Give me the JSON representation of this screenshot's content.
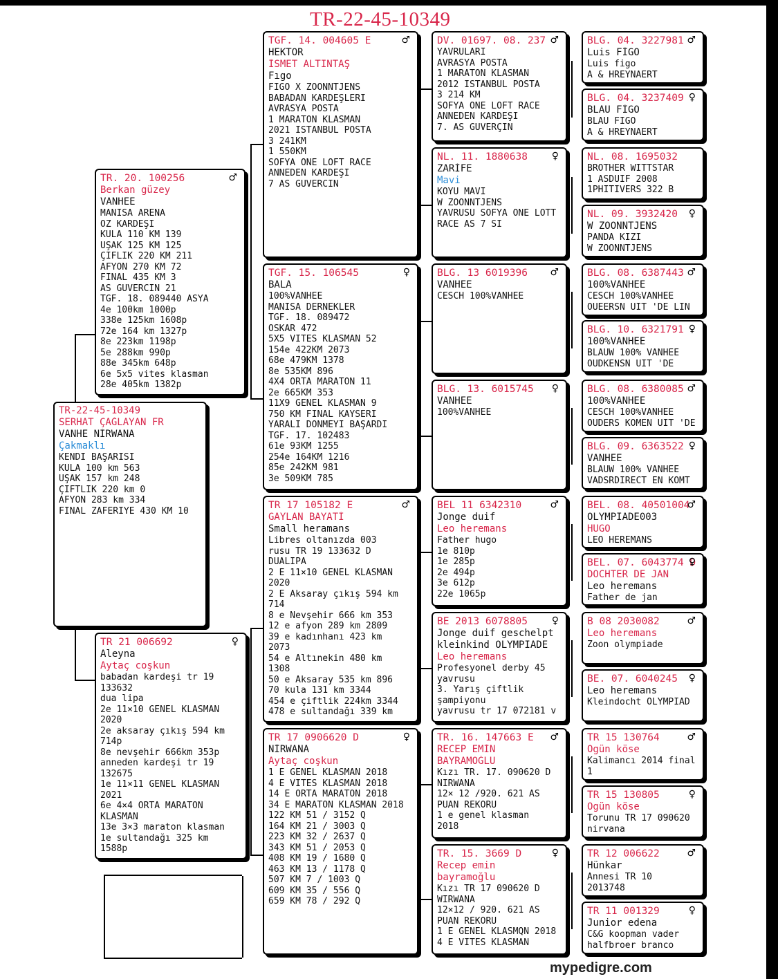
{
  "title": "TR-22-45-10349",
  "watermark": "mypedigre.com",
  "cards": [
    {
      "id": "subject",
      "sex": "",
      "lines": [
        {
          "t": "r",
          "v": "TR-22-45-10349"
        },
        {
          "t": "r",
          "v": "SERHAT ÇAĞLAYAN FR"
        },
        {
          "t": "n",
          "v": "VANHE NİRWANA"
        },
        {
          "t": "b",
          "v": "Çakmaklı"
        },
        {
          "t": "",
          "v": "KENDİ BAŞARISI"
        },
        {
          "t": "",
          "v": "KULA 100 km 563"
        },
        {
          "t": "",
          "v": "UŞAK  157 km 248"
        },
        {
          "t": "",
          "v": "ÇİFTLİK 220 km 0"
        },
        {
          "t": "",
          "v": "AFYON  283 km 334"
        },
        {
          "t": "",
          "v": "FİNAL ZAFERİYE 430 KM 10"
        }
      ]
    },
    {
      "id": "sire",
      "sex": "♂",
      "lines": [
        {
          "t": "h",
          "v": "TR. 20. 100256"
        },
        {
          "t": "r",
          "v": "Berkan güzey"
        },
        {
          "t": "n",
          "v": "VANHEE"
        },
        {
          "t": "",
          "v": "MANİSA ARENA"
        },
        {
          "t": "",
          "v": "ÖZ KARDEŞİ"
        },
        {
          "t": "",
          "v": "KULA 110 KM 139"
        },
        {
          "t": "",
          "v": "UŞAK 125 KM 125"
        },
        {
          "t": "",
          "v": "ÇİFLİK 220 KM 211"
        },
        {
          "t": "",
          "v": "AFYON 270 KM 72"
        },
        {
          "t": "",
          "v": "FİNAL 435 KM 3"
        },
        {
          "t": "",
          "v": "AS GÜVERCİN 21"
        },
        {
          "t": "",
          "v": "TGF. 18. 089440 ASYA"
        },
        {
          "t": "",
          "v": "4e 100km 1000p"
        },
        {
          "t": "",
          "v": "338e 125km 1608p"
        },
        {
          "t": "",
          "v": "72e  164 km 1327p"
        },
        {
          "t": "",
          "v": "8e  223km 1198p"
        },
        {
          "t": "",
          "v": "5e  288km 990p"
        },
        {
          "t": "",
          "v": "88e 345km 648p"
        },
        {
          "t": "",
          "v": "6e 5x5 vites klasman"
        },
        {
          "t": "",
          "v": "28e 405km 1382p"
        }
      ]
    },
    {
      "id": "dam",
      "sex": "♀",
      "lines": [
        {
          "t": "h",
          "v": "TR 21 006692"
        },
        {
          "t": "n",
          "v": "Aleyna"
        },
        {
          "t": "r",
          "v": "Aytaç coşkun"
        },
        {
          "t": "",
          "v": "babadan kardeşi tr 19"
        },
        {
          "t": "",
          "v": "133632"
        },
        {
          "t": "",
          "v": "dua lipa"
        },
        {
          "t": "",
          "v": "2e 11×10 GENEL KLASMAN"
        },
        {
          "t": "",
          "v": "2020"
        },
        {
          "t": "",
          "v": "2e aksaray çıkış  594 km"
        },
        {
          "t": "",
          "v": "714p"
        },
        {
          "t": "",
          "v": "8e nevşehir 666km 353p"
        },
        {
          "t": "",
          "v": "anneden  kardeşi tr 19"
        },
        {
          "t": "",
          "v": "132675"
        },
        {
          "t": "",
          "v": "1e 11×11 GENEL KLASMAN"
        },
        {
          "t": "",
          "v": "2021"
        },
        {
          "t": "",
          "v": "6e 4×4 ORTA MARATON"
        },
        {
          "t": "",
          "v": "KLASMAN"
        },
        {
          "t": "",
          "v": "13e 3×3 maraton klasman"
        },
        {
          "t": "",
          "v": "1e sultandağı  325 km"
        },
        {
          "t": "",
          "v": "1588p"
        }
      ]
    },
    {
      "id": "ss",
      "sex": "♂",
      "lines": [
        {
          "t": "h",
          "v": "TGF. 14. 004605 E"
        },
        {
          "t": "n",
          "v": "HEKTOR"
        },
        {
          "t": "r",
          "v": "İSMET ALTINTAŞ"
        },
        {
          "t": "n",
          "v": "Fıgo"
        },
        {
          "t": "",
          "v": "FİGO  X ZOONNTJENS"
        },
        {
          "t": "",
          "v": "BABADAN KARDEŞLERİ"
        },
        {
          "t": "",
          "v": "AVRASYA POSTA"
        },
        {
          "t": "",
          "v": "1  MARATON KLASMAN"
        },
        {
          "t": "",
          "v": "2021 İSTANBUL POSTA"
        },
        {
          "t": "",
          "v": "3   241KM"
        },
        {
          "t": "",
          "v": "1   550KM"
        },
        {
          "t": "",
          "v": "SOFYA ONE LOFT RACE"
        },
        {
          "t": "",
          "v": "ANNEDEN KARDEŞİ"
        },
        {
          "t": "",
          "v": "7 AS GÜVERCİN"
        }
      ]
    },
    {
      "id": "sd",
      "sex": "♀",
      "lines": [
        {
          "t": "h",
          "v": "TGF. 15. 106545"
        },
        {
          "t": "n",
          "v": "BALA"
        },
        {
          "t": "",
          "v": "100%VANHEE"
        },
        {
          "t": "",
          "v": "MANİSA DERNEKLER"
        },
        {
          "t": "",
          "v": "TGF.  18. 089472"
        },
        {
          "t": "",
          "v": "OSKAR 472"
        },
        {
          "t": "",
          "v": "5X5 VİTES KLASMAN 52"
        },
        {
          "t": "",
          "v": "154e 422KM 2073"
        },
        {
          "t": "",
          "v": "68e 479KM 1378"
        },
        {
          "t": "",
          "v": "8e   535KM 896"
        },
        {
          "t": "",
          "v": "4X4 ORTA MARATON 11"
        },
        {
          "t": "",
          "v": "2e   665KM 353"
        },
        {
          "t": "",
          "v": "11X9 GENEL KLASMAN 9"
        },
        {
          "t": "",
          "v": "750 KM FİNAL KAYSERİ"
        },
        {
          "t": "",
          "v": "YARALI DÖNMEYİ BAŞARDI"
        },
        {
          "t": "",
          "v": "TGF. 17. 102483"
        },
        {
          "t": "",
          "v": "61e 93KM 1255"
        },
        {
          "t": "",
          "v": "254e 164KM 1216"
        },
        {
          "t": "",
          "v": "85e 242KM 981"
        },
        {
          "t": "",
          "v": "3e  509KM 785"
        }
      ]
    },
    {
      "id": "ds",
      "sex": "♂",
      "lines": [
        {
          "t": "h",
          "v": "TR 17 105182 E"
        },
        {
          "t": "r",
          "v": "GAYLAN BAYATİ"
        },
        {
          "t": "n",
          "v": "Small heramans"
        },
        {
          "t": "",
          "v": "Libres oltanızda 003"
        },
        {
          "t": "",
          "v": "  rusu TR 19 133632 D"
        },
        {
          "t": "",
          "v": "DUALİPA"
        },
        {
          "t": "",
          "v": "2 E 11×10 GENEL KLASMAN"
        },
        {
          "t": "",
          "v": "2020"
        },
        {
          "t": "",
          "v": "2 E Aksaray çıkış 594 km"
        },
        {
          "t": "",
          "v": "714"
        },
        {
          "t": "",
          "v": "8 e Nevşehir 666 km 353"
        },
        {
          "t": "",
          "v": "12 e afyon     289 km 2809"
        },
        {
          "t": "",
          "v": "39 e kadınhanı  423 km"
        },
        {
          "t": "",
          "v": "2073"
        },
        {
          "t": "",
          "v": "54 e Altınekin  480 km"
        },
        {
          "t": "",
          "v": "1308"
        },
        {
          "t": "",
          "v": "50 e Aksaray 535 km 896"
        },
        {
          "t": "",
          "v": "70 kula 131 km 3344"
        },
        {
          "t": "",
          "v": "454 e çiftlik 224km 3344"
        },
        {
          "t": "",
          "v": "478 e sultandağı 339 km"
        }
      ]
    },
    {
      "id": "dd",
      "sex": "♀",
      "lines": [
        {
          "t": "h",
          "v": "TR 17 0906620 D"
        },
        {
          "t": "n",
          "v": "NİRWANA"
        },
        {
          "t": "r",
          "v": "Aytaç coşkun"
        },
        {
          "t": "",
          "v": "1 E GENEL KLASMAN 2018"
        },
        {
          "t": "",
          "v": "4 E VİTES KLASMAN  2018"
        },
        {
          "t": "",
          "v": "14 E ORTA MARATON 2018"
        },
        {
          "t": "",
          "v": "34 E MARATON KLASMAN 2018"
        },
        {
          "t": "",
          "v": "122 KM 51 / 3152 Q"
        },
        {
          "t": "",
          "v": "164 KM  21 / 3003 Q"
        },
        {
          "t": "",
          "v": "223 KM 32 / 2637 Q"
        },
        {
          "t": "",
          "v": "343 KM 51 / 2053 Q"
        },
        {
          "t": "",
          "v": "408 KM 19 / 1680 Q"
        },
        {
          "t": "",
          "v": "463 KM 13 / 1178 Q"
        },
        {
          "t": "",
          "v": "507 KM  7 / 1003 Q"
        },
        {
          "t": "",
          "v": "609 KM 35 / 556 Q"
        },
        {
          "t": "",
          "v": "659 KM 78 / 292 Q"
        }
      ]
    },
    {
      "id": "g1",
      "sex": "♂",
      "lines": [
        {
          "t": "h",
          "v": "DV. 01697. 08. 237"
        },
        {
          "t": "",
          "v": "YAVRULARI"
        },
        {
          "t": "",
          "v": "AVRASYA POSTA"
        },
        {
          "t": "",
          "v": "1  MARATON KLASMAN"
        },
        {
          "t": "",
          "v": "2012 İSTANBUL POSTA"
        },
        {
          "t": "",
          "v": "3  214 KM"
        },
        {
          "t": "",
          "v": "SOFYA ONE LOFT RACE"
        },
        {
          "t": "",
          "v": "ANNEDEN KARDEŞİ"
        },
        {
          "t": "",
          "v": "7. AS GÜVERÇİN"
        }
      ]
    },
    {
      "id": "g2",
      "sex": "♀",
      "lines": [
        {
          "t": "h",
          "v": "NL. 11. 1880638"
        },
        {
          "t": "n",
          "v": "ZARİFE"
        },
        {
          "t": "b",
          "v": "Mavi"
        },
        {
          "t": "",
          "v": "KOYU MAVİ"
        },
        {
          "t": "",
          "v": "W ZOONNTJENS"
        },
        {
          "t": "",
          "v": "YAVRUSU SOFYA ONE LOTT"
        },
        {
          "t": "",
          "v": "RACE AS 7 Sİ"
        }
      ]
    },
    {
      "id": "g3",
      "sex": "♂",
      "lines": [
        {
          "t": "h",
          "v": "BLG. 13 6019396"
        },
        {
          "t": "n",
          "v": "VANHEE"
        },
        {
          "t": "",
          "v": "CESCH 100%VANHEE"
        }
      ]
    },
    {
      "id": "g4",
      "sex": "♀",
      "lines": [
        {
          "t": "h",
          "v": "BLG. 13. 6015745"
        },
        {
          "t": "n",
          "v": "VANHEE"
        },
        {
          "t": "",
          "v": "100%VANHEE"
        }
      ]
    },
    {
      "id": "g5",
      "sex": "♂",
      "lines": [
        {
          "t": "h",
          "v": "BEL 11 6342310"
        },
        {
          "t": "n",
          "v": "Jonge duif"
        },
        {
          "t": "r",
          "v": "Leo heremans"
        },
        {
          "t": "",
          "v": "Father hugo"
        },
        {
          "t": "",
          "v": "1e 810p"
        },
        {
          "t": "",
          "v": "1e 285p"
        },
        {
          "t": "",
          "v": "2e 494p"
        },
        {
          "t": "",
          "v": "3e 612p"
        },
        {
          "t": "",
          "v": "22e 1065p"
        }
      ]
    },
    {
      "id": "g6",
      "sex": "♀",
      "lines": [
        {
          "t": "h",
          "v": "BE 2013 6078805"
        },
        {
          "t": "n",
          "v": "Jonge duif geschelpt"
        },
        {
          "t": "n",
          "v": "kleinkind OLYMPIADE"
        },
        {
          "t": "r",
          "v": "Leo heremans"
        },
        {
          "t": "",
          "v": "Profesyonel derby 45"
        },
        {
          "t": "",
          "v": "yavrusu"
        },
        {
          "t": "",
          "v": "3. Yarış  çiftlik"
        },
        {
          "t": "",
          "v": "şampiyonu"
        },
        {
          "t": "",
          "v": "yavrusu tr 17 072181 v"
        }
      ]
    },
    {
      "id": "g7",
      "sex": "♂",
      "lines": [
        {
          "t": "h",
          "v": "TR. 16. 147663 E"
        },
        {
          "t": "r",
          "v": "RECEP EMİN"
        },
        {
          "t": "r",
          "v": "BAYRAMOĞLU"
        },
        {
          "t": "",
          "v": "Kızı TR. 17. 090620 D"
        },
        {
          "t": "",
          "v": "NİRWANA"
        },
        {
          "t": "",
          "v": "12× 12 /920. 621 AS"
        },
        {
          "t": "",
          "v": "PUAN REKORU"
        },
        {
          "t": "",
          "v": "  1 e genel klasman"
        },
        {
          "t": "",
          "v": "2018"
        }
      ]
    },
    {
      "id": "g8",
      "sex": "♀",
      "lines": [
        {
          "t": "h",
          "v": "TR. 15. 3669 D"
        },
        {
          "t": "r",
          "v": "Recep emin"
        },
        {
          "t": "r",
          "v": "bayramoğlu"
        },
        {
          "t": "",
          "v": "Kızı TR 17 090620 D"
        },
        {
          "t": "",
          "v": "WİRWANA"
        },
        {
          "t": "",
          "v": "12×12 / 920. 621 AS"
        },
        {
          "t": "",
          "v": "PUAN REKORU"
        },
        {
          "t": "",
          "v": "1 E  GENEL KLASMQN 2018"
        },
        {
          "t": "",
          "v": "4 E  VİTES KLASMAN"
        }
      ]
    },
    {
      "id": "h1",
      "sex": "♂",
      "lines": [
        {
          "t": "h",
          "v": "BLG. 04. 3227981"
        },
        {
          "t": "n",
          "v": "Luis FİGO"
        },
        {
          "t": "",
          "v": "Luis figo"
        },
        {
          "t": "",
          "v": "A & HREYNAERT"
        }
      ]
    },
    {
      "id": "h2",
      "sex": "♀",
      "lines": [
        {
          "t": "h",
          "v": "BLG. 04. 3237409"
        },
        {
          "t": "n",
          "v": "BLAU FİGO"
        },
        {
          "t": "",
          "v": "BLAU FİGO"
        },
        {
          "t": "",
          "v": "A & HREYNAERT"
        }
      ]
    },
    {
      "id": "h3",
      "sex": "",
      "lines": [
        {
          "t": "h",
          "v": "NL. 08. 1695032"
        },
        {
          "t": "",
          "v": "BROTHER WITTSTAR"
        },
        {
          "t": "",
          "v": "1 ASDUIF 2008"
        },
        {
          "t": "",
          "v": "1PHITIVERS 322 B"
        }
      ]
    },
    {
      "id": "h4",
      "sex": "♀",
      "lines": [
        {
          "t": "h",
          "v": "NL. 09. 3932420"
        },
        {
          "t": "n",
          "v": "W ZOONNTJENS"
        },
        {
          "t": "",
          "v": "PANDA KIZI"
        },
        {
          "t": "",
          "v": "W ZOONNTJENS"
        }
      ]
    },
    {
      "id": "h5",
      "sex": "♂",
      "lines": [
        {
          "t": "h",
          "v": "BLG. 08. 6387443"
        },
        {
          "t": "n",
          "v": "100%VANHEE"
        },
        {
          "t": "",
          "v": "CESCH 100%VANHEE"
        },
        {
          "t": "",
          "v": "OUEERSN UIT 'DE LIN"
        }
      ]
    },
    {
      "id": "h6",
      "sex": "♀",
      "lines": [
        {
          "t": "h",
          "v": "BLG. 10. 6321791"
        },
        {
          "t": "n",
          "v": "100%VANHEE"
        },
        {
          "t": "",
          "v": "BLAUW 100% VANHEE"
        },
        {
          "t": "",
          "v": "OUDKENSN UIT 'DE"
        }
      ]
    },
    {
      "id": "h7",
      "sex": "♂",
      "lines": [
        {
          "t": "h",
          "v": "BLG. 08. 6380085"
        },
        {
          "t": "n",
          "v": "100%VANHEE"
        },
        {
          "t": "",
          "v": "CESCH 100%VANHEE"
        },
        {
          "t": "",
          "v": "OUDERS KOMEN UIT 'DE"
        }
      ]
    },
    {
      "id": "h8",
      "sex": "♀",
      "lines": [
        {
          "t": "h",
          "v": "BLG. 09. 6363522"
        },
        {
          "t": "n",
          "v": "VANHEE"
        },
        {
          "t": "",
          "v": "BLAUW 100% VANHEE"
        },
        {
          "t": "",
          "v": "VADSRDIRECT EN KOMT"
        }
      ]
    },
    {
      "id": "h9",
      "sex": "♂",
      "lines": [
        {
          "t": "h",
          "v": "BEL. 08. 40501004"
        },
        {
          "t": "n",
          "v": "OLYMPIADE003"
        },
        {
          "t": "r",
          "v": "HUGO"
        },
        {
          "t": "",
          "v": "LEO HEREMANS"
        }
      ]
    },
    {
      "id": "h10",
      "sex": "♀",
      "lines": [
        {
          "t": "h",
          "v": "BEL. 07. 6043774 D"
        },
        {
          "t": "r",
          "v": "DOCHTER DE JAN"
        },
        {
          "t": "n",
          "v": "Leo heremans"
        },
        {
          "t": "",
          "v": "Father de jan"
        }
      ]
    },
    {
      "id": "h11",
      "sex": "♂",
      "lines": [
        {
          "t": "h",
          "v": "B 08 2030082"
        },
        {
          "t": "r",
          "v": "Leo heremans"
        },
        {
          "t": "",
          "v": "Zoon olympiade"
        }
      ]
    },
    {
      "id": "h12",
      "sex": "♀",
      "lines": [
        {
          "t": "h",
          "v": "BE. 07. 6040245"
        },
        {
          "t": "n",
          "v": "Leo heremans"
        },
        {
          "t": "",
          "v": "Kleindocht OLYMPIAD"
        }
      ]
    },
    {
      "id": "h13",
      "sex": "♂",
      "lines": [
        {
          "t": "h",
          "v": "TR 15 130764"
        },
        {
          "t": "r",
          "v": "Ogün köse"
        },
        {
          "t": "",
          "v": "Kalimancı 2014 final"
        },
        {
          "t": "",
          "v": "1"
        }
      ]
    },
    {
      "id": "h14",
      "sex": "♀",
      "lines": [
        {
          "t": "h",
          "v": "TR 15 130805"
        },
        {
          "t": "r",
          "v": "Ogün köse"
        },
        {
          "t": "",
          "v": "Torunu TR 17 090620"
        },
        {
          "t": "",
          "v": "nirvana"
        }
      ]
    },
    {
      "id": "h15",
      "sex": "♂",
      "lines": [
        {
          "t": "h",
          "v": "TR 12 006622"
        },
        {
          "t": "n",
          "v": "Hünkar"
        },
        {
          "t": "",
          "v": "Annesi TR 10"
        },
        {
          "t": "",
          "v": "2013748"
        }
      ]
    },
    {
      "id": "h16",
      "sex": "♀",
      "lines": [
        {
          "t": "h",
          "v": "TR 11 001329"
        },
        {
          "t": "n",
          "v": "Junior edena"
        },
        {
          "t": "",
          "v": "C&G koopman vader"
        },
        {
          "t": "",
          "v": "halfbroer branco"
        }
      ]
    }
  ]
}
